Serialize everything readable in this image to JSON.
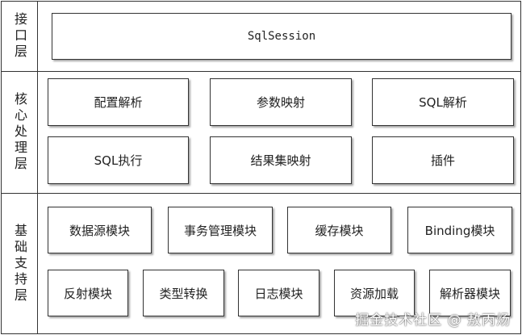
{
  "layers": {
    "interface": {
      "label": "接口层",
      "modules": [
        "SqlSession"
      ]
    },
    "core": {
      "label": "核心处理层",
      "modules": [
        "配置解析",
        "参数映射",
        "SQL解析",
        "SQL执行",
        "结果集映射",
        "插件"
      ]
    },
    "base": {
      "label": "基础支持层",
      "modules": [
        "数据源模块",
        "事务管理模块",
        "缓存模块",
        "Binding模块",
        "反射模块",
        "类型转换",
        "日志模块",
        "资源加载",
        "解析器模块"
      ]
    }
  },
  "watermark": "掘金技术社区 @ 敖丙炀"
}
